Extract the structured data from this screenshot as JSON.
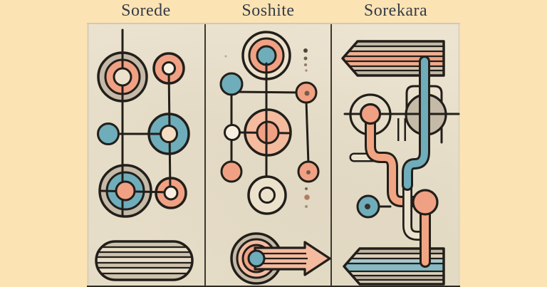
{
  "header": {
    "titles": [
      {
        "id": "sorede",
        "label": "Sorede"
      },
      {
        "id": "soshite",
        "label": "Soshite"
      },
      {
        "id": "sorekara",
        "label": "Sorekara"
      }
    ]
  },
  "panels": [
    {
      "id": "sorede",
      "motifs": [
        "concentric-ring-node",
        "salmon-donut-node",
        "blue-node",
        "blue-donut-node",
        "concentric-target-node",
        "striped-capsule"
      ]
    },
    {
      "id": "soshite",
      "motifs": [
        "concentric-ring-node",
        "blue-node",
        "salmon-dot-node",
        "dot-column",
        "salmon-target-node",
        "white-node",
        "ring-node",
        "circle-with-right-arrow"
      ]
    },
    {
      "id": "sorekara",
      "motifs": [
        "striped-left-arrow",
        "blue-pipe",
        "ring-node-salmon-core",
        "gray-node",
        "salmon-pipe",
        "blue-dot-node",
        "striped-left-arrow-blue"
      ]
    }
  ],
  "colors": {
    "peach": "#fce3b4",
    "paper": "#eae2cd",
    "ink": "#221f1a",
    "divider": "#3c3831",
    "titleColor": "#343b47",
    "taupe": "#c5b9a7",
    "salmon": "#f0a184",
    "salmonLight": "#f4bb9f",
    "pipeSalmon": "#f2a582",
    "blue": "#6fadbb",
    "blueLight": "#9ac6cd",
    "cream": "#ece2cc",
    "hole": "#f7f0e1",
    "peachCore": "#f3dcc2",
    "brown": "#7c5f4a"
  }
}
